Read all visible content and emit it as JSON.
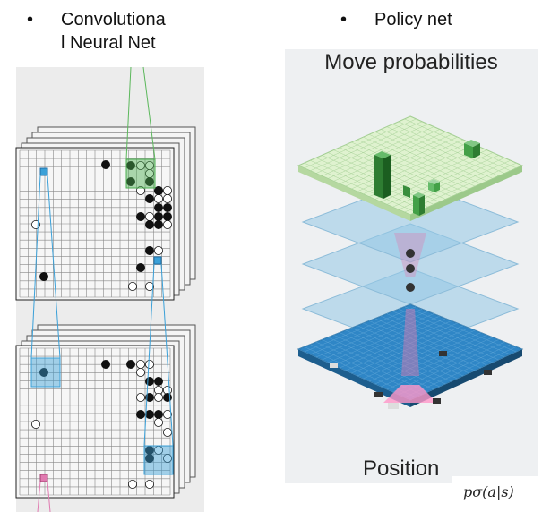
{
  "left_section": {
    "bullet": "•",
    "title_line1": "Convolutiona",
    "title_line2": "l Neural Net"
  },
  "right_section": {
    "bullet": "•",
    "title": "Policy net",
    "top_label": "Move probabilities",
    "bottom_label": "Position",
    "formula": "pσ(a|s)"
  },
  "colors": {
    "black_stone": "#111111",
    "white_stone": "#ffffff",
    "blue_highlight": "#3aa0d8",
    "green_highlight": "#4caf50",
    "pink_highlight": "#e07ab0",
    "top_layer": "#d8f0c8",
    "hidden_layer": "#b8d8ea",
    "input_layer": "#2f86c6"
  },
  "icons": [
    "black-stone-icon",
    "white-stone-icon"
  ]
}
